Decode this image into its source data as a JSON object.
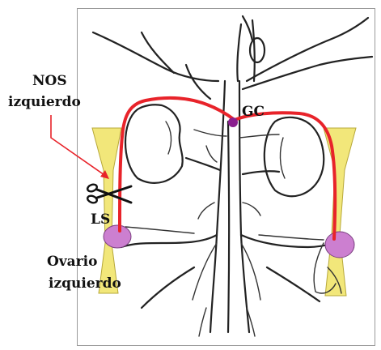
{
  "labels": {
    "nos_line1": "NOS",
    "nos_line2": "izquierdo",
    "gc": "GC",
    "ls": "LS",
    "ovario_line1": "Ovario",
    "ovario_line2": "izquierdo"
  },
  "icons": {
    "scissors": "scissors-icon"
  },
  "colors": {
    "nerve_highlight": "#e8232a",
    "ligament": "#f2e77a",
    "ovary": "#cc7fd0",
    "ganglion": "#8b1f8f",
    "arrow": "#e8232a",
    "ink": "#222222"
  }
}
